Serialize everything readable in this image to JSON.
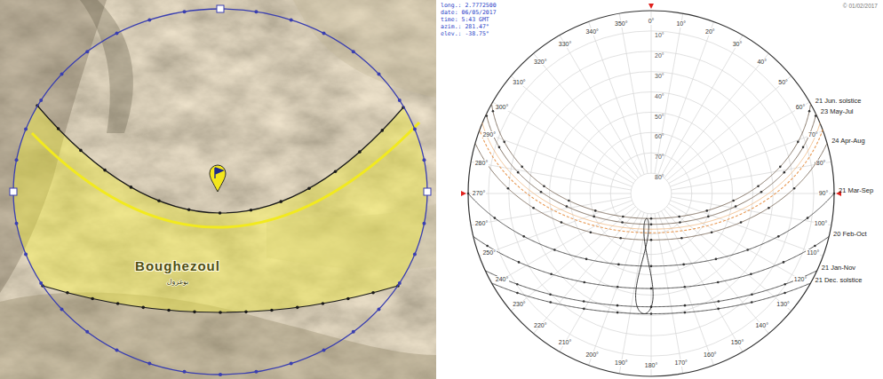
{
  "diagram": {
    "labels": [
      "0°",
      "10°",
      "20°",
      "30°",
      "40°",
      "50°",
      "60°",
      "70°",
      "80°",
      "90°",
      "100°",
      "110°",
      "120°",
      "130°",
      "140°",
      "150°",
      "160°",
      "170°",
      "180°",
      "190°",
      "200°",
      "210°",
      "220°",
      "230°",
      "240°",
      "250°",
      "260°",
      "270°",
      "280°",
      "290°",
      "300°",
      "310°",
      "320°",
      "330°",
      "340°",
      "350°",
      "10°",
      "20°",
      "30°",
      "40°",
      "50°",
      "60°",
      "70°",
      "80°",
      "21 Jun. solstice",
      "23 May-Jul",
      "24 Apr-Aug",
      "21 Mar-Sep",
      "20 Feb-Oct",
      "21 Jan-Nov",
      "21 Dec. solstice",
      "long.: 2.7772500",
      "date: 06/05/2017",
      "time: 5:43 GMT",
      "azim.: 281.47°",
      "elev.: -38.75°",
      "© 01/02/2017",
      "Boughezoul",
      "بوغزول"
    ]
  }
}
